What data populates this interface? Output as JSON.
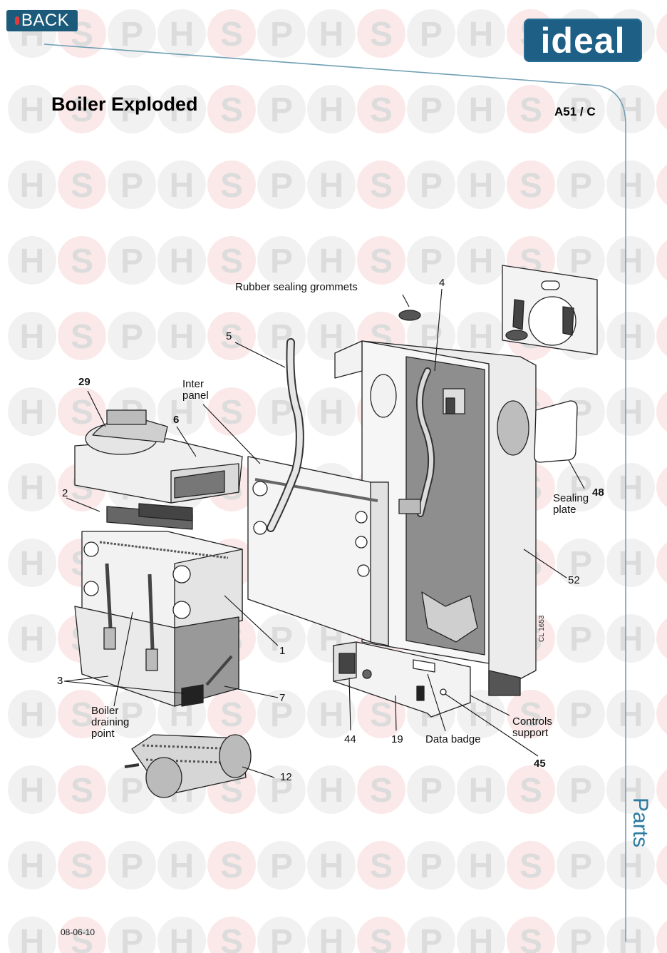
{
  "header": {
    "back_label": "BACK",
    "logo_text": "ideal",
    "title": "Boiler Exploded",
    "code": "A51 / C",
    "side_label": "Parts",
    "date": "08-06-10"
  },
  "watermark": {
    "letters": [
      "H",
      "S",
      "P"
    ]
  },
  "diagram": {
    "drawing_ref": "CL 1653",
    "labels": {
      "rubber_sealing_grommets": "Rubber sealing grommets",
      "n4": "4",
      "n5": "5",
      "n29": "29",
      "inter_panel_1": "Inter",
      "inter_panel_2": "panel",
      "n6": "6",
      "n2": "2",
      "sealing_plate_1": "Sealing",
      "sealing_plate_2": "plate",
      "n48": "48",
      "n52": "52",
      "n1": "1",
      "n3": "3",
      "n7": "7",
      "boiler_draining_1": "Boiler",
      "boiler_draining_2": "draining",
      "boiler_draining_3": "point",
      "n44": "44",
      "n19": "19",
      "data_badge": "Data badge",
      "controls_support_1": "Controls",
      "controls_support_2": "support",
      "n45": "45",
      "n12": "12"
    }
  },
  "colors": {
    "accent": "#1e5f86",
    "frame_line": "#6f9fb4",
    "watermark_circle": "#f1f1f1",
    "watermark_letter": "#dcdcdc",
    "watermark_s_circle": "#fbe9e9"
  }
}
